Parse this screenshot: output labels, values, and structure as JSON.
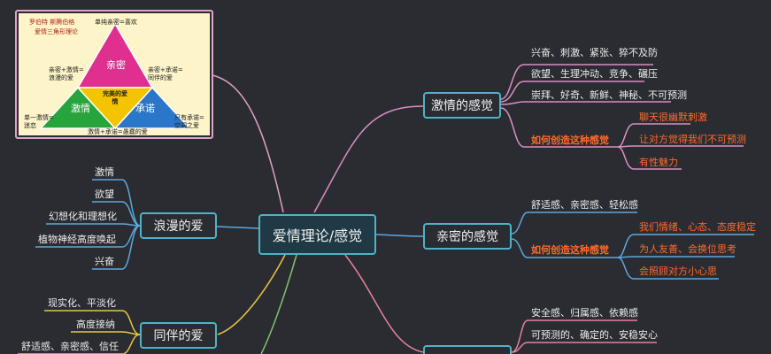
{
  "center": {
    "label": "爱情理论/感觉"
  },
  "passion": {
    "label": "激情的感觉",
    "items": [
      "兴奋、刺激、紧张、猝不及防",
      "欲望、生理冲动、竞争、碾压",
      "崇拜、好奇、新鲜、神秘、不可预测"
    ],
    "how": "如何创造这种感觉",
    "how_items": [
      "聊天很幽默刺激",
      "让对方觉得我们不可预测",
      "有性魅力"
    ]
  },
  "intimacy": {
    "label": "亲密的感觉",
    "items": [
      "舒适感、亲密感、轻松感"
    ],
    "how": "如何创造这种感觉",
    "how_items": [
      "我们情绪、心态、态度稳定",
      "为人友善、会换位思考",
      "会照顾对方小心思"
    ]
  },
  "commitment": {
    "items": [
      "安全感、归属感、依赖感",
      "可预测的、确定的、安稳安心"
    ]
  },
  "romantic": {
    "label": "浪漫的爱",
    "items": [
      "激情",
      "欲望",
      "幻想化和理想化",
      "植物神经高度唤起",
      "兴奋"
    ]
  },
  "companion": {
    "label": "同伴的爱",
    "items": [
      "现实化、平淡化",
      "高度接纳",
      "舒适感、亲密感、信任"
    ]
  },
  "triangle": {
    "author": "罗伯特 斯腾伯格",
    "theory": "爱情三角形理论",
    "top": "单纯亲密=喜欢",
    "intimacy": "亲密",
    "passion": "激情",
    "commitment": "承诺",
    "center": "完美的爱情",
    "left_mid": "亲密+激情=浪漫的爱",
    "right_mid": "亲密+承诺=同伴的爱",
    "bottom_left": "单一激情=迷恋",
    "bottom_right": "只有承诺=空洞之爱",
    "bottom": "激情+承诺=愚蠢的爱"
  },
  "colors": {
    "background": "#2a2c31",
    "node_border": "#4fb3c7",
    "highlight": "#ff6a2b",
    "pink": "#e8809f",
    "yellow": "#e8c547",
    "blue": "#5da8dc"
  }
}
